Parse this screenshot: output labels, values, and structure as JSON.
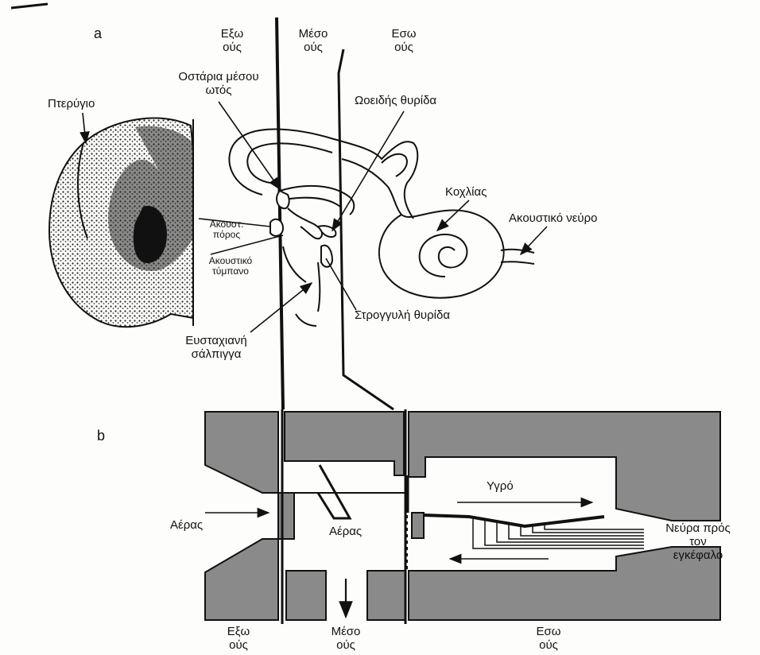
{
  "panels": {
    "a": "a",
    "b": "b"
  },
  "zones_top": {
    "outer": "Εξω\nούς",
    "middle": "Μέσο\nούς",
    "inner": "Εσω\nούς"
  },
  "zones_bottom": {
    "outer": "Εξω\nούς",
    "middle": "Μέσο\nούς",
    "inner": "Εσω\nούς"
  },
  "labels_a": {
    "pinna": "Πτερύγιο",
    "ossicles": "Οστάρια μέσου\nωτός",
    "oval_window": "Ωοειδής θυρίδα",
    "cochlea": "Κοχλίας",
    "auditory_nerve": "Ακουστικό νεύρο",
    "ear_canal": "Ακουστ.\nπόρος",
    "eardrum": "Ακουστικό\nτύμπανο",
    "round_window": "Στρογγυλή θυρίδα",
    "eustachian": "Ευσταχιανή\nσάλπιγγα"
  },
  "labels_b": {
    "air_in": "Αέρας",
    "air_middle": "Αέρας",
    "fluid": "Υγρό",
    "nerves": "Νεύρα πρός\nτον\nεγκέφαλο"
  },
  "colors": {
    "ink": "#111111",
    "fill_gray": "#8a8a8a",
    "paper": "#fdfdfb"
  }
}
